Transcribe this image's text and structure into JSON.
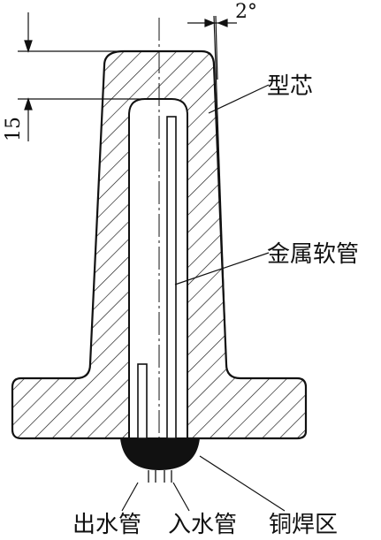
{
  "labels": {
    "taper_angle": "2°",
    "tip_dimension": "15",
    "core": "型芯",
    "metal_hose": "金属软管",
    "water_outlet": "出水管",
    "water_inlet": "入水管",
    "copper_weld_zone": "铜焊区"
  },
  "colors": {
    "line": "#111111",
    "hatch": "#111111",
    "background": "#ffffff"
  }
}
